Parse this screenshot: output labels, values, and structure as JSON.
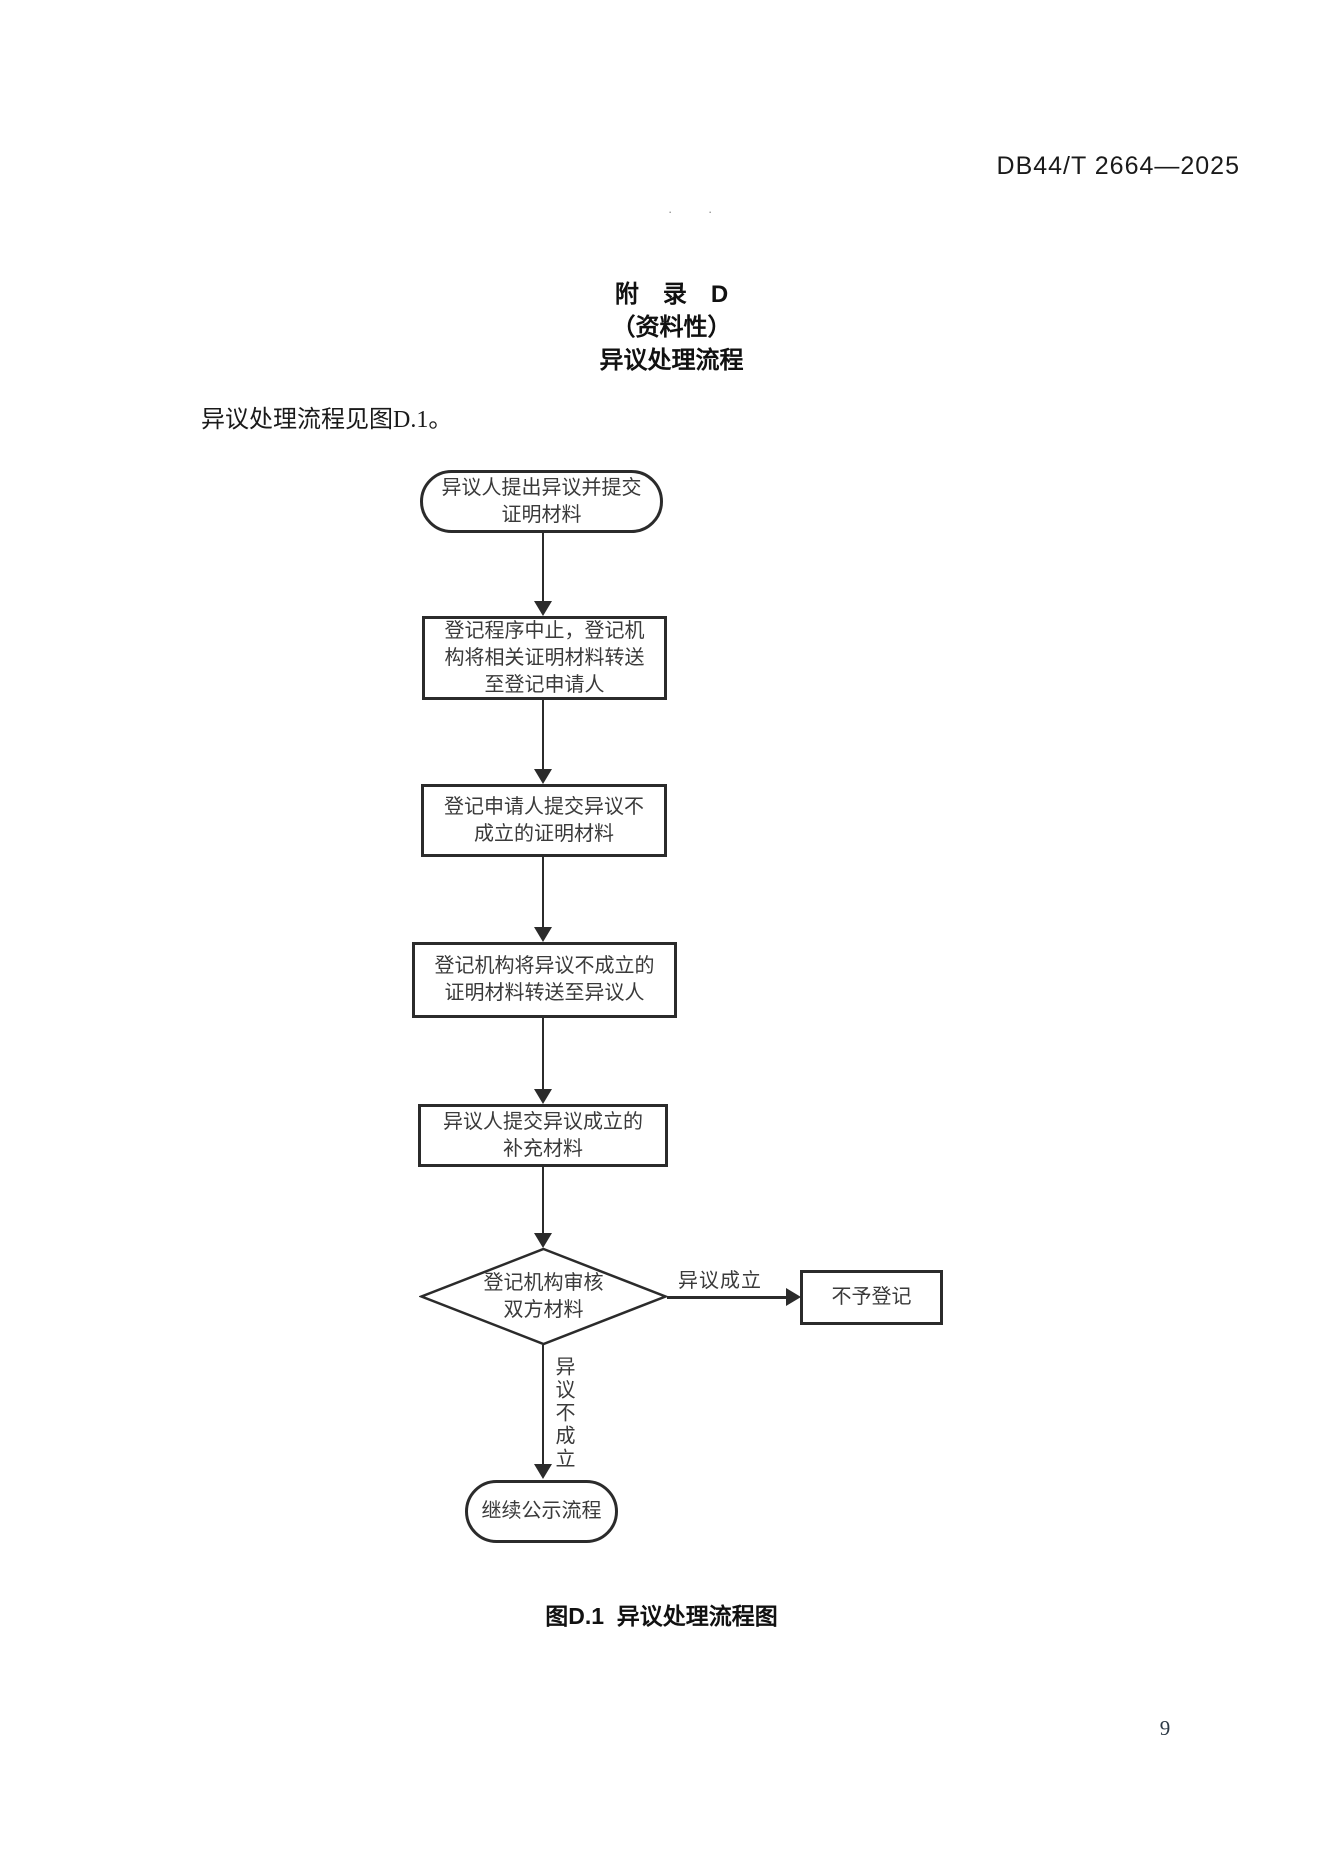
{
  "page": {
    "header": "DB44/T 2664—2025",
    "page_number": "9",
    "stray_marks": "· ·"
  },
  "appendix": {
    "title_line1": "附　录　D",
    "title_line2": "（资料性）",
    "title_line3": "异议处理流程",
    "intro": "异议处理流程见图D.1。",
    "figure_caption": "图D.1  异议处理流程图"
  },
  "flowchart": {
    "nodes": {
      "start": {
        "shape": "stadium",
        "text": "异议人提出异议并提交\n证明材料"
      },
      "step1": {
        "shape": "rect",
        "text": "登记程序中止，登记机\n构将相关证明材料转送\n至登记申请人"
      },
      "step2": {
        "shape": "rect",
        "text": "登记申请人提交异议不\n成立的证明材料"
      },
      "step3": {
        "shape": "rect",
        "text": "登记机构将异议不成立的\n证明材料转送至异议人"
      },
      "step4": {
        "shape": "rect",
        "text": "异议人提交异议成立的\n补充材料"
      },
      "decision": {
        "shape": "diamond",
        "text": "登记机构审核\n双方材料"
      },
      "reject": {
        "shape": "rect",
        "text": "不予登记"
      },
      "end": {
        "shape": "stadium",
        "text": "继续公示流程"
      }
    },
    "edges": {
      "established_label": "异议成立",
      "not_established_label": "异议不成立"
    },
    "colors": {
      "line": "#2b2b2b",
      "node_border": "#2b2b2b",
      "node_text": "#3a3a3a",
      "background": "#ffffff"
    }
  }
}
